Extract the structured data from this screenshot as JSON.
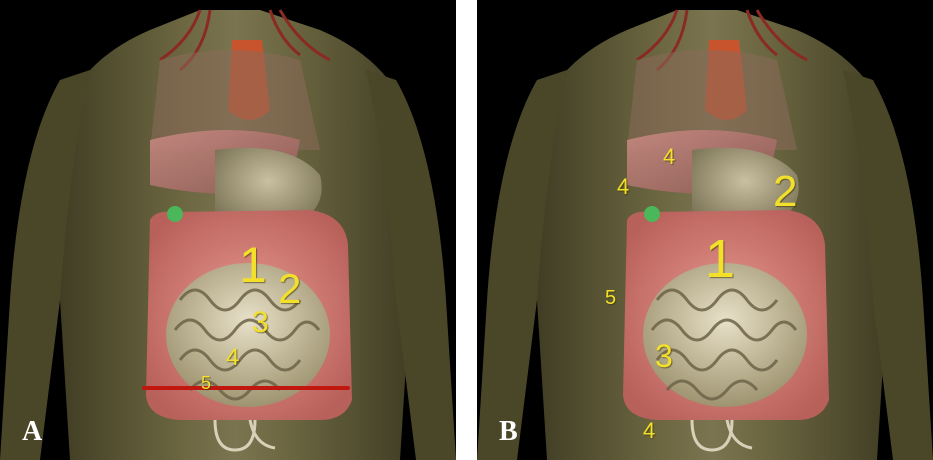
{
  "panels": [
    {
      "id": "A",
      "letter": "A",
      "labels": [
        "1",
        "2",
        "3",
        "4",
        "5"
      ]
    },
    {
      "id": "B",
      "letter": "B",
      "labels": [
        "1",
        "2",
        "3",
        "4",
        "4",
        "4",
        "5"
      ]
    }
  ],
  "colors": {
    "label": "#f2e02a",
    "cut_line": "#c0180e",
    "background": "#000000",
    "panel_letter": "#ffffff"
  }
}
